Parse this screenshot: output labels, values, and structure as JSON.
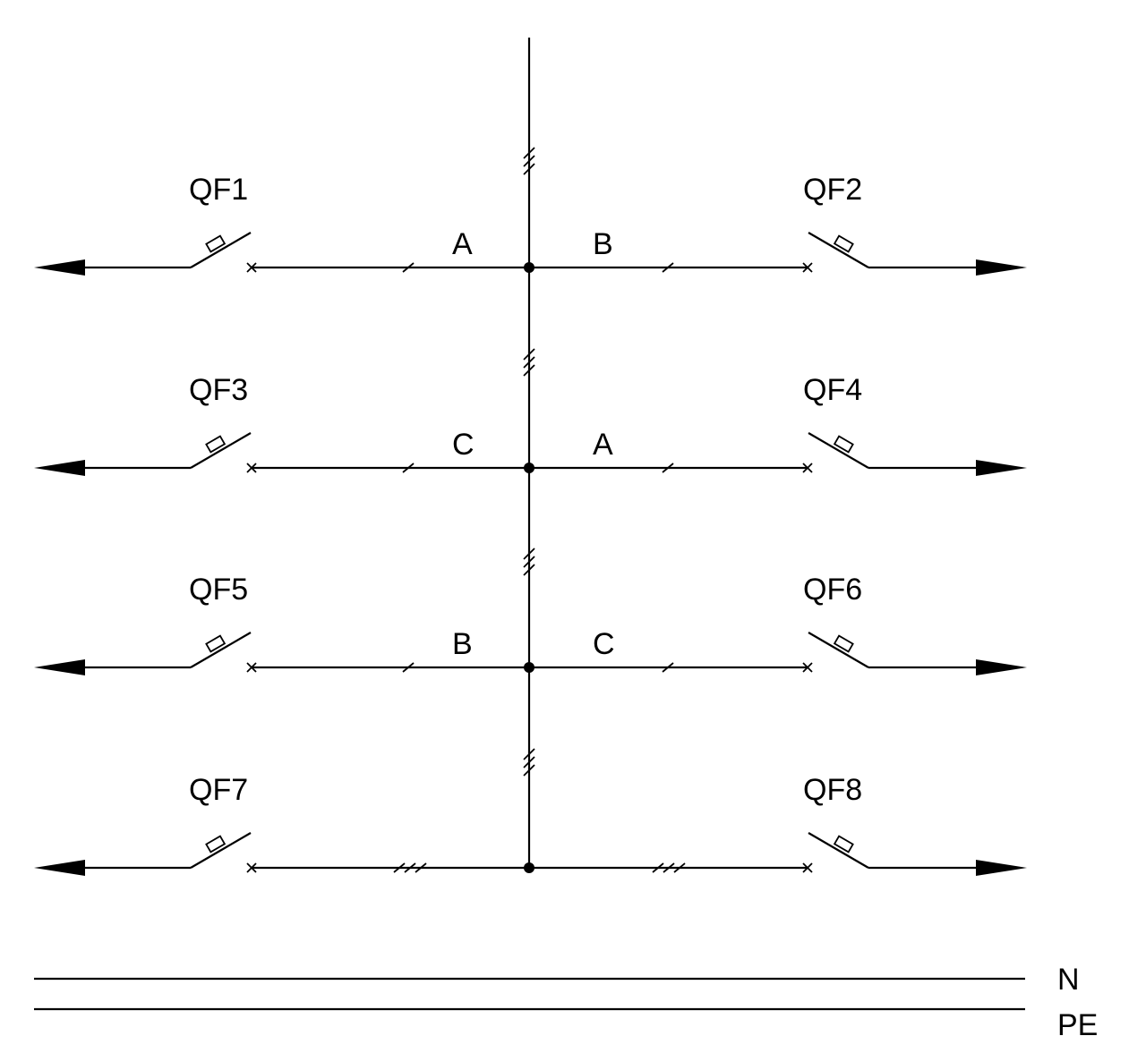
{
  "rows": [
    {
      "left": {
        "breaker": "QF1",
        "phase": "A"
      },
      "right": {
        "breaker": "QF2",
        "phase": "B"
      },
      "phases": 1
    },
    {
      "left": {
        "breaker": "QF3",
        "phase": "C"
      },
      "right": {
        "breaker": "QF4",
        "phase": "A"
      },
      "phases": 1
    },
    {
      "left": {
        "breaker": "QF5",
        "phase": "B"
      },
      "right": {
        "breaker": "QF6",
        "phase": "C"
      },
      "phases": 1
    },
    {
      "left": {
        "breaker": "QF7",
        "phase": ""
      },
      "right": {
        "breaker": "QF8",
        "phase": ""
      },
      "phases": 3
    }
  ],
  "bus_labels": {
    "n": "N",
    "pe": "PE"
  },
  "colors": {
    "line": "#000000",
    "background": "#ffffff"
  },
  "symbols": [
    "circuit-breaker-icon",
    "outgoing-arrow-icon",
    "junction-dot-icon",
    "phase-tick-icon"
  ]
}
